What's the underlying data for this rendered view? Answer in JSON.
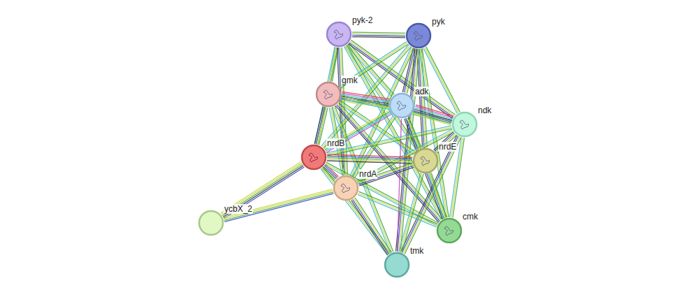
{
  "diagram": {
    "nodes": [
      {
        "text": [
          "pyk-2"
        ]
      },
      {
        "text": [
          "pyk"
        ]
      },
      {
        "text": [
          "gmk"
        ]
      },
      {
        "text": [
          "adk"
        ]
      },
      {
        "text": [
          "ndk"
        ]
      },
      {
        "text": [
          "nrdB"
        ]
      },
      {
        "text": [
          "nrdE"
        ]
      },
      {
        "text": [
          "nrdA"
        ]
      },
      {
        "text": [
          "ycbX_2"
        ]
      },
      {
        "text": [
          "cmk"
        ]
      },
      {
        "text": [
          "tmk"
        ]
      }
    ],
    "edges": [
      {
        "from": 0,
        "to": 1,
        "arrow": "none"
      },
      {
        "from": 0,
        "to": 2,
        "arrow": "none"
      },
      {
        "from": 0,
        "to": 3,
        "arrow": "none"
      },
      {
        "from": 0,
        "to": 4,
        "arrow": "none"
      },
      {
        "from": 0,
        "to": 5,
        "arrow": "none"
      },
      {
        "from": 0,
        "to": 6,
        "arrow": "none"
      },
      {
        "from": 0,
        "to": 7,
        "arrow": "none"
      },
      {
        "from": 0,
        "to": 9,
        "arrow": "none"
      },
      {
        "from": 1,
        "to": 2,
        "arrow": "none"
      },
      {
        "from": 1,
        "to": 3,
        "arrow": "none"
      },
      {
        "from": 1,
        "to": 4,
        "arrow": "none"
      },
      {
        "from": 1,
        "to": 5,
        "arrow": "none"
      },
      {
        "from": 1,
        "to": 6,
        "arrow": "none"
      },
      {
        "from": 1,
        "to": 7,
        "arrow": "none"
      },
      {
        "from": 1,
        "to": 9,
        "arrow": "none"
      },
      {
        "from": 1,
        "to": 10,
        "arrow": "none"
      },
      {
        "from": 2,
        "to": 3,
        "arrow": "none"
      },
      {
        "from": 2,
        "to": 4,
        "arrow": "none"
      },
      {
        "from": 2,
        "to": 5,
        "arrow": "none"
      },
      {
        "from": 2,
        "to": 6,
        "arrow": "none"
      },
      {
        "from": 2,
        "to": 7,
        "arrow": "none"
      },
      {
        "from": 2,
        "to": 9,
        "arrow": "none"
      },
      {
        "from": 2,
        "to": 10,
        "arrow": "none"
      },
      {
        "from": 3,
        "to": 4,
        "arrow": "none"
      },
      {
        "from": 3,
        "to": 5,
        "arrow": "none"
      },
      {
        "from": 3,
        "to": 6,
        "arrow": "none"
      },
      {
        "from": 3,
        "to": 7,
        "arrow": "none"
      },
      {
        "from": 3,
        "to": 9,
        "arrow": "none"
      },
      {
        "from": 3,
        "to": 10,
        "arrow": "none"
      },
      {
        "from": 4,
        "to": 5,
        "arrow": "none"
      },
      {
        "from": 4,
        "to": 6,
        "arrow": "none"
      },
      {
        "from": 4,
        "to": 7,
        "arrow": "none"
      },
      {
        "from": 4,
        "to": 9,
        "arrow": "none"
      },
      {
        "from": 4,
        "to": 10,
        "arrow": "none"
      },
      {
        "from": 5,
        "to": 6,
        "arrow": "none"
      },
      {
        "from": 5,
        "to": 7,
        "arrow": "none"
      },
      {
        "from": 5,
        "to": 8,
        "arrow": "none"
      },
      {
        "from": 5,
        "to": 9,
        "arrow": "none"
      },
      {
        "from": 5,
        "to": 10,
        "arrow": "none"
      },
      {
        "from": 7,
        "to": 6,
        "arrow": "none"
      },
      {
        "from": 7,
        "to": 8,
        "arrow": "none"
      },
      {
        "from": 7,
        "to": 9,
        "arrow": "none"
      },
      {
        "from": 7,
        "to": 10,
        "arrow": "none"
      },
      {
        "from": 6,
        "to": 9,
        "arrow": "none"
      },
      {
        "from": 6,
        "to": 10,
        "arrow": "none"
      }
    ]
  }
}
